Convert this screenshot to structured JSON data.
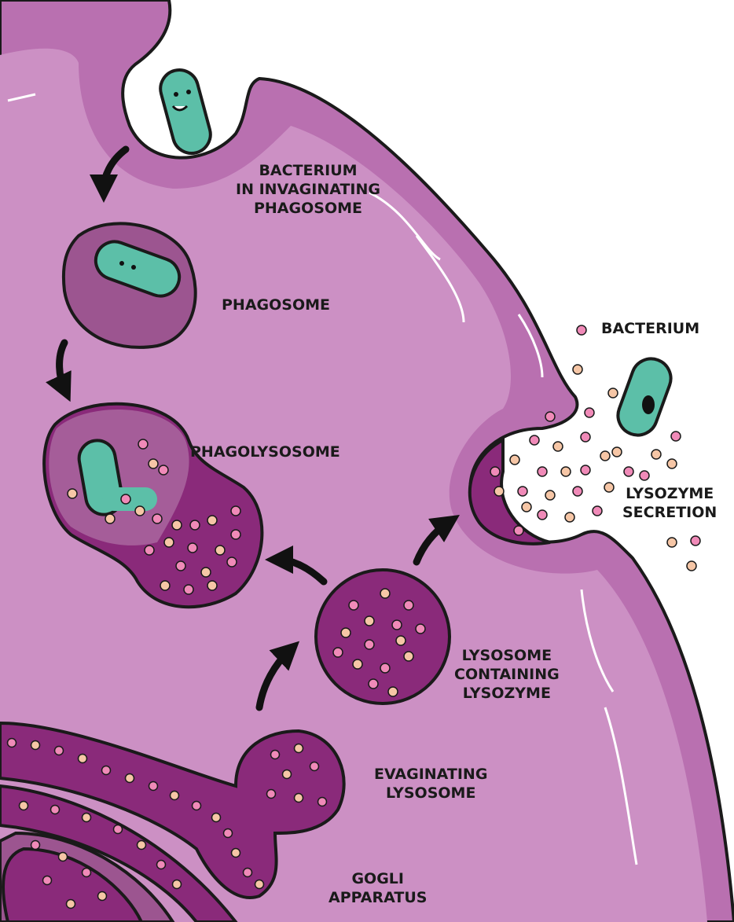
{
  "labels": {
    "invaginating": [
      "BACTERIUM",
      "IN INVAGINATING",
      "PHAGOSOME"
    ],
    "phagosome": "PHAGOSOME",
    "phagolysosome": "PHAGOLYSOSOME",
    "bacterium": "BACTERIUM",
    "secretion": [
      "LYSOZYME",
      "SECRETION"
    ],
    "lysosome": [
      "LYSOSOME",
      "CONTAINING",
      "LYSOZYME"
    ],
    "evaginating": [
      "EVAGINATING",
      "LYSOSOME"
    ],
    "golgi": [
      "GOGLI",
      "APPARATUS"
    ]
  },
  "colors": {
    "cell_membrane": "#b970b0",
    "cytoplasm": "#cc90c4",
    "phagosome": "#9c5590",
    "lysosome": "#8a2a7a",
    "bacterium": "#5cbfa8",
    "lysozyme_pink": "#f08ab8",
    "lysozyme_peach": "#f6c6a6",
    "outline": "#1a1a1a"
  }
}
